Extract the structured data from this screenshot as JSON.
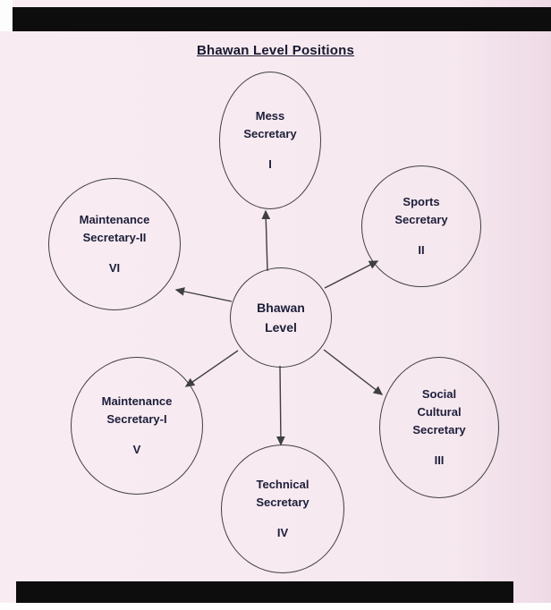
{
  "page": {
    "title": "Bhawan Level Positions"
  },
  "center_node": {
    "lines": [
      "Bhawan",
      "Level"
    ]
  },
  "nodes": [
    {
      "id": "mess-secretary",
      "lines": [
        "Mess",
        "Secretary"
      ],
      "numeral": "I"
    },
    {
      "id": "sports-secretary",
      "lines": [
        "Sports",
        "Secretary"
      ],
      "numeral": "II"
    },
    {
      "id": "social-cultural-secretary",
      "lines": [
        "Social",
        "Cultural",
        "Secretary"
      ],
      "numeral": "III"
    },
    {
      "id": "technical-secretary",
      "lines": [
        "Technical",
        "Secretary"
      ],
      "numeral": "IV"
    },
    {
      "id": "maintenance-secretary-1",
      "lines": [
        "Maintenance",
        "Secretary-I"
      ],
      "numeral": "V"
    },
    {
      "id": "maintenance-secretary-2",
      "lines": [
        "Maintenance",
        "Secretary-II"
      ],
      "numeral": "VI"
    }
  ],
  "colors": {
    "paper": "#f6e8ef",
    "ink": "#1d1e3a",
    "line": "#3f3f3f",
    "scan_border": "#0d0d0d"
  }
}
